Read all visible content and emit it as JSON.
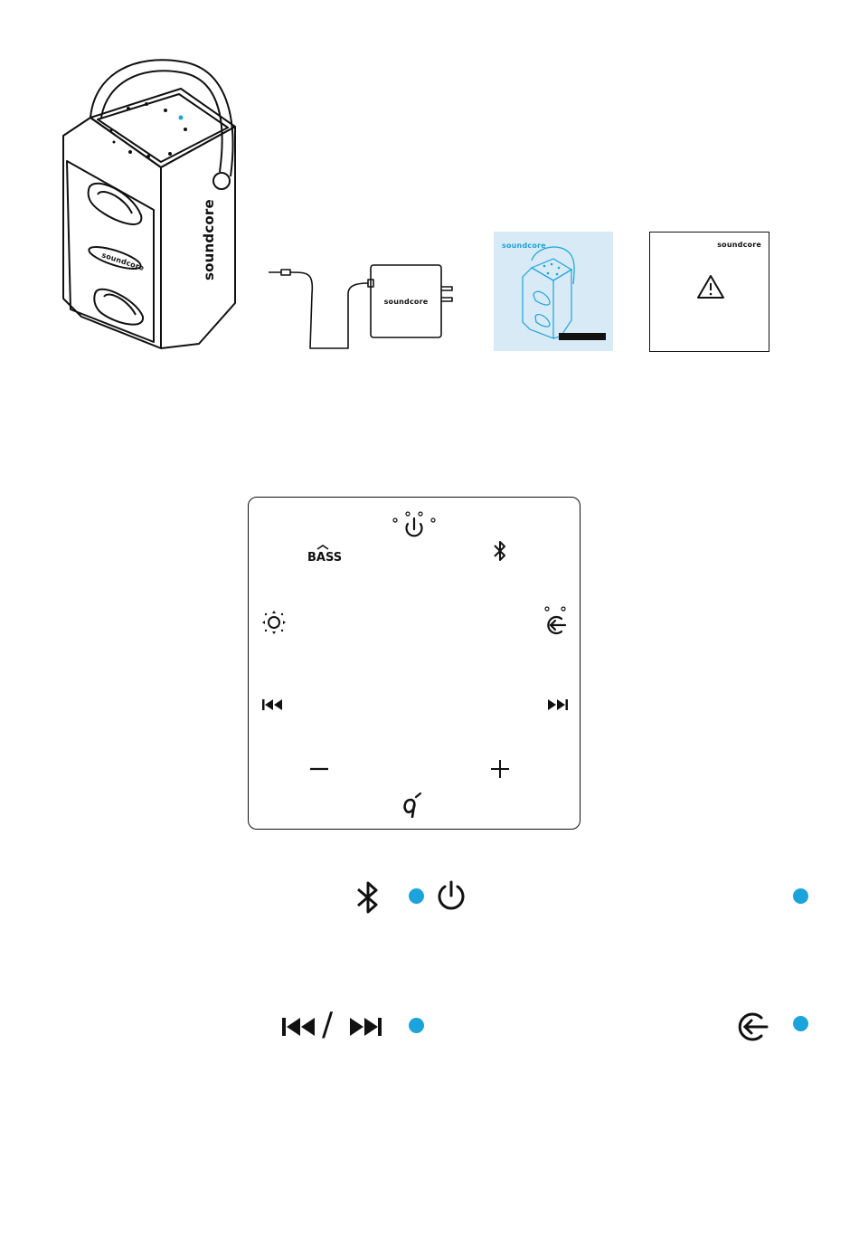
{
  "brand": "soundcore",
  "colors": {
    "accent": "#1ba3db",
    "card_bg": "#d8eaf5",
    "line": "#111111"
  },
  "package_contents": [
    {
      "name": "speaker",
      "brand_text": "soundcore"
    },
    {
      "name": "ac-adapter",
      "brand_text": "soundcore"
    },
    {
      "name": "quick-start-guide",
      "brand_text": "soundcore"
    },
    {
      "name": "safety-card",
      "brand_text": "soundcore",
      "icon": "warning-icon"
    }
  ],
  "control_panel": {
    "bass_label": "BASS",
    "icons": [
      "power-icon",
      "bass-icon",
      "bluetooth-icon",
      "light-icon",
      "input-source-icon",
      "previous-track-icon",
      "next-track-icon",
      "volume-down-icon",
      "volume-up-icon",
      "soundcore-logo-icon"
    ]
  },
  "indicators": [
    {
      "icons": [
        "bluetooth-icon",
        "power-icon"
      ],
      "color": "#1ba3db"
    },
    {
      "icons": [
        "previous-track-icon",
        "next-track-icon"
      ],
      "separator": "/",
      "color": "#1ba3db"
    },
    {
      "icons": [
        "input-source-icon"
      ],
      "color": "#1ba3db"
    }
  ]
}
